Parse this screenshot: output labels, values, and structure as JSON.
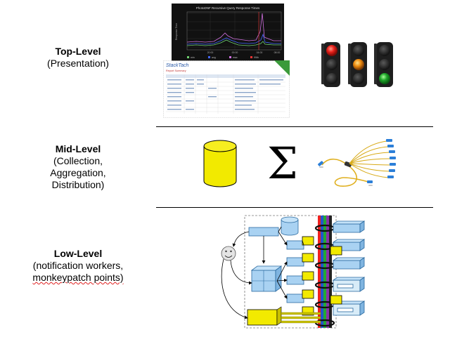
{
  "levels": [
    {
      "title": "Top-Level",
      "lines": [
        "(Presentation)"
      ]
    },
    {
      "title": "Mid-Level",
      "lines": [
        "(Collection,",
        "Aggregation,",
        "Distribution)"
      ]
    },
    {
      "title": "Low-Level",
      "lines": [
        "(notification workers,",
        "monkeypatch points)"
      ]
    }
  ],
  "top": {
    "chart": {
      "title": "PhotoDNF Recursive Query Response Times",
      "ylabel": "Response Time",
      "xticks": [
        "20:00",
        "00:00",
        "04:00",
        "08:00"
      ],
      "legend": [
        "min",
        "avg",
        "max",
        "99th"
      ]
    },
    "report": {
      "logo": "StackTach",
      "subtitle": "Report Summary"
    },
    "traffic_lights": [
      "red",
      "amber",
      "green"
    ]
  },
  "mid": {
    "sigma": "Σ"
  },
  "colors": {
    "yellow": "#f2ea00",
    "light_blue": "#a9d2f2",
    "red": "#e8211b",
    "amber": "#ee8c10",
    "green": "#1fa52a"
  }
}
